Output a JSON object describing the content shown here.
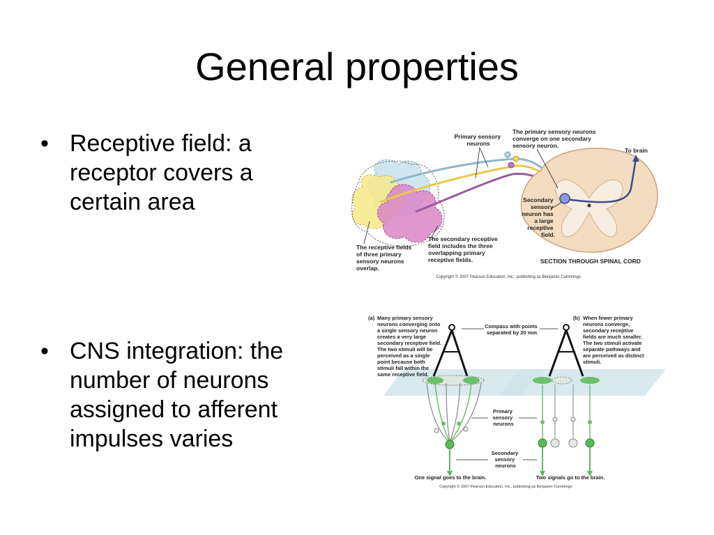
{
  "slide": {
    "title": "General properties",
    "bullets": [
      "Receptive field: a receptor covers a certain area",
      "CNS integration: the number of neurons assigned to afferent impulses varies"
    ],
    "bullet_glyph": "•"
  },
  "figure_top": {
    "labels": {
      "primary_l1": "Primary sensory",
      "primary_l2": "neurons",
      "conv_l1": "The primary sensory neurons",
      "conv_l2": "converge on one secondary",
      "conv_l3": "sensory neuron.",
      "to_brain": "To brain",
      "sec_l1": "Secondary",
      "sec_l2": "sensory",
      "sec_l3": "neuron has",
      "sec_l4": "a large",
      "sec_l5": "receptive",
      "sec_l6": "field.",
      "rf_l1": "The receptive fields",
      "rf_l2": "of three primary",
      "rf_l3": "sensory neurons",
      "rf_l4": "overlap.",
      "srf_l1": "The secondary receptive",
      "srf_l2": "field includes the three",
      "srf_l3": "overlapping primary",
      "srf_l4": "receptive fields.",
      "section": "SECTION THROUGH SPINAL CORD",
      "copyright": "Copyright © 2007 Pearson Education, Inc., publishing as Benjamin Cummings."
    }
  },
  "figure_bottom": {
    "labels": {
      "a_tag": "(a)",
      "a_l1": "Many primary sensory",
      "a_l2": "neurons converging onto",
      "a_l3": "a single sensory neuron",
      "a_l4": "creates a very large",
      "a_l5": "secondary receptive field.",
      "a_l6": "The two stimuli will be",
      "a_l7": "perceived as a single",
      "a_l8": "point because both",
      "a_l9": "stimuli fall within the",
      "a_l10": "same receptive field.",
      "b_tag": "(b)",
      "b_l1": "When fewer primary",
      "b_l2": "neurons converge,",
      "b_l3": "secondary receptive",
      "b_l4": "fields are much smaller.",
      "b_l5": "The two stimuli activate",
      "b_l6": "separate pathways and",
      "b_l7": "are perceived as distinct",
      "b_l8": "stimuli.",
      "compass_l1": "Compass with points",
      "compass_l2": "separated by 20 mm",
      "primary_l1": "Primary",
      "primary_l2": "sensory",
      "primary_l3": "neurons",
      "secondary_l1": "Secondary",
      "secondary_l2": "sensory",
      "secondary_l3": "neurons",
      "one_signal": "One signal goes to the brain.",
      "two_signals": "Two signals go to the brain.",
      "copyright": "Copyright © 2007 Pearson Education, Inc., publishing as Benjamin Cummings."
    }
  },
  "colors": {
    "field_blue": "#cfe6ef",
    "field_yellow": "#f7e98a",
    "field_pink": "#d985c5",
    "neuron_green": "#5db85a",
    "cord_tan": "#f3dcc0",
    "cord_gray": "#f6ecdf",
    "plane_blue": "#cfe3ea",
    "arrow_blue": "#3a4a8a"
  }
}
